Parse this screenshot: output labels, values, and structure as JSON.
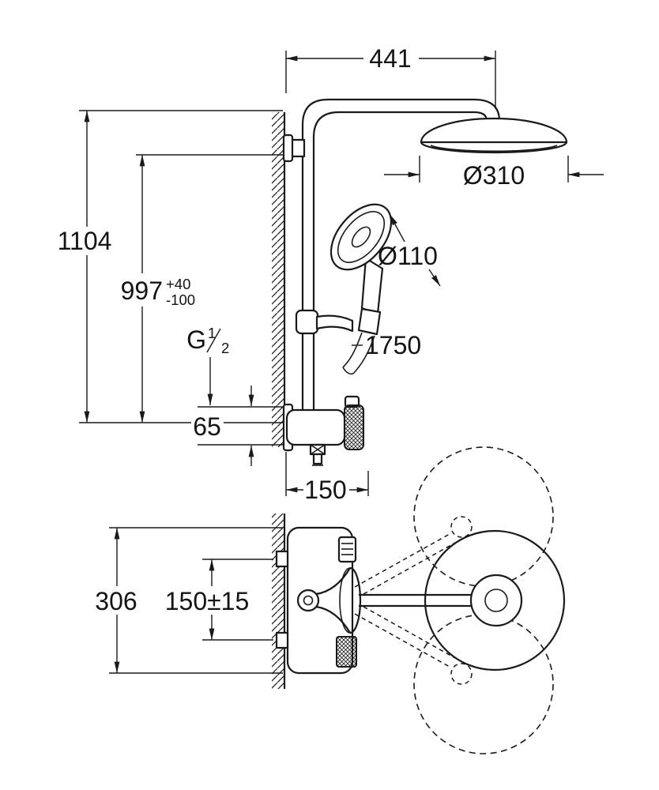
{
  "colors": {
    "background": "#ffffff",
    "line": "#1a1a1a"
  },
  "labels": {
    "top_width": "441",
    "head_diameter": "Ø310",
    "hand_shower_diameter": "Ø110",
    "overall_height": "1104",
    "mount_height": "997",
    "mount_height_tol_upper": "+40",
    "mount_height_tol_lower": "-100",
    "thread_letter": "G",
    "thread_numerator": "1",
    "thread_denominator": "2",
    "valve_body_height": "65",
    "hose_length": "1750",
    "valve_projection": "150",
    "valve_body_width": "306",
    "supply_spacing": "150±15"
  }
}
